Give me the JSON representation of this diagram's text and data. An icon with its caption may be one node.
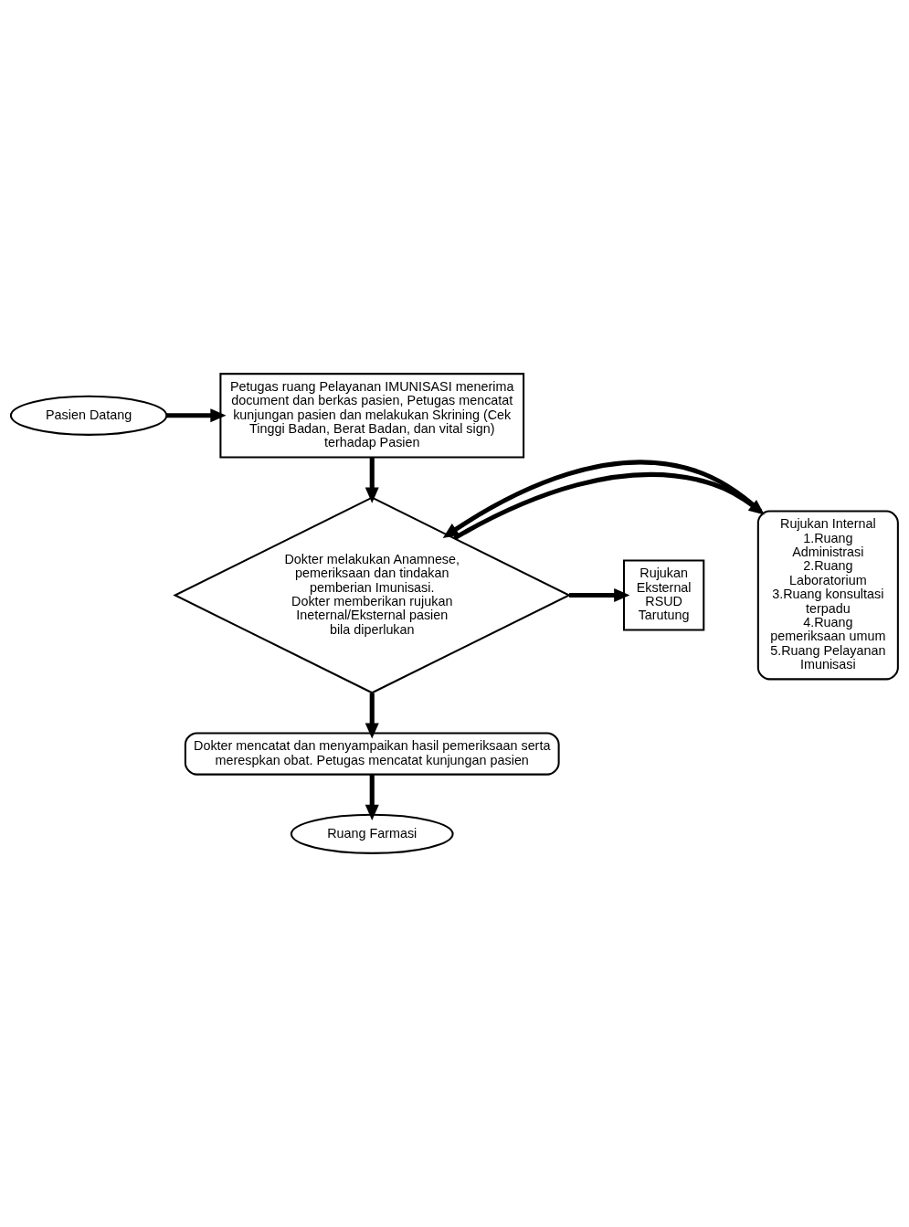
{
  "diagram": {
    "nodes": [
      {
        "text": [
          "Pasien Datang"
        ]
      },
      {
        "text": [
          "Petugas ruang Pelayanan IMUNISASI menerima document dan berkas pasien, Petugas mencatat kunjungan pasien dan melakukan Skrining (Cek Tinggi Badan, Berat Badan, dan vital sign) terhadap Pasien"
        ]
      },
      {
        "text": [
          "Rujukan Internal",
          "1.Ruang Administrasi",
          "2.Ruang Laboratorium",
          "3.Ruang konsultasi terpadu",
          "4.Ruang pemeriksaan umum",
          "5.Ruang Pelayanan Imunisasi"
        ]
      },
      {
        "text": [
          "Dokter melakukan Anamnese, pemeriksaan dan tindakan pemberian Imunisasi. Dokter memberikan rujukan Ineternal/Eksternal pasien bila diperlukan"
        ]
      },
      {
        "text": [
          "Rujukan Eksternal",
          "RSUD Tarutung"
        ]
      },
      {
        "text": [
          "Dokter mencatat dan menyampaikan hasil pemeriksaan serta merespkan obat. Petugas mencatat kunjungan pasien"
        ]
      },
      {
        "text": [
          "Ruang Farmasi"
        ]
      }
    ],
    "edges": [
      {
        "from": 0,
        "to": 1,
        "arrow": "to"
      },
      {
        "from": 1,
        "to": 3,
        "arrow": "to"
      },
      {
        "from": 3,
        "to": 2,
        "arrow": "to"
      },
      {
        "from": 3,
        "to": 4,
        "arrow": "to"
      },
      {
        "from": 2,
        "to": 3,
        "arrow": "to"
      },
      {
        "from": 3,
        "to": 5,
        "arrow": "to"
      },
      {
        "from": 5,
        "to": 6,
        "arrow": "to"
      }
    ]
  }
}
